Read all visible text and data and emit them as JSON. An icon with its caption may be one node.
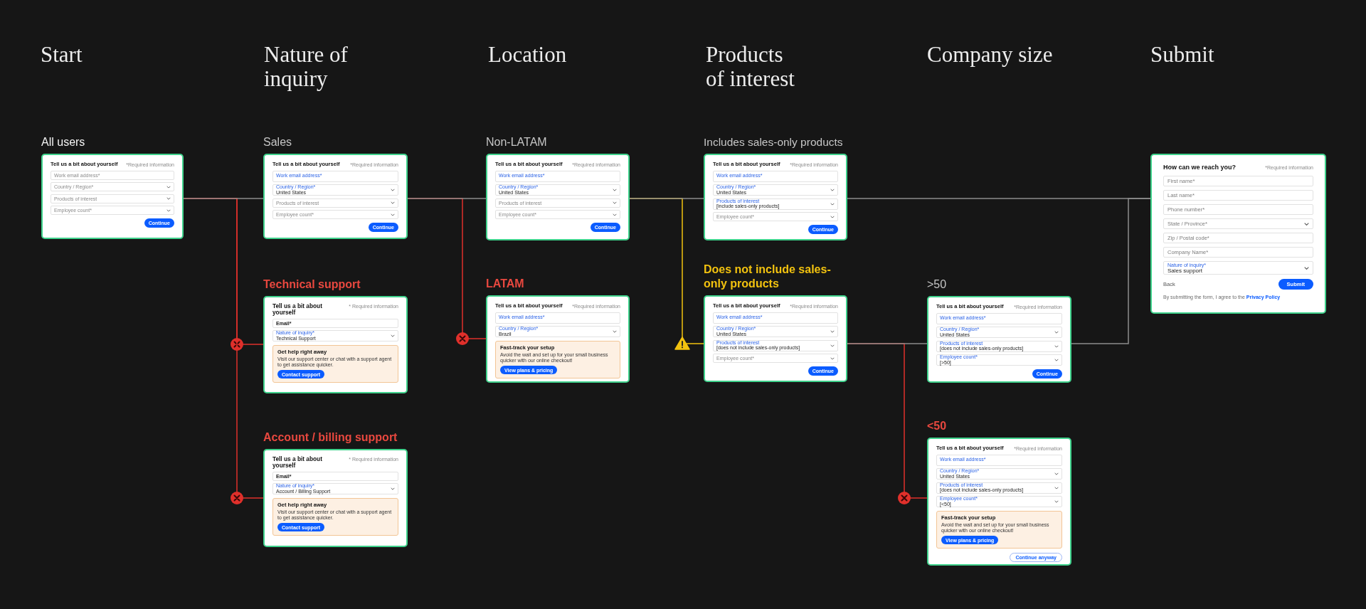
{
  "diagram": {
    "nodes": [
      {
        "text": [
          "All users",
          "Tell us a bit about yourself",
          "*Required information",
          "Work email address*",
          "Country / Region*",
          "Products of interest",
          "Employee count*",
          "Continue"
        ]
      },
      {
        "text": [
          "Sales",
          "Tell us a bit about yourself",
          "*Required information",
          "Work email address*",
          "Country / Region*",
          "United States",
          "Products of interest",
          "Employee count*",
          "Continue"
        ]
      },
      {
        "text": [
          "Technical support",
          "Tell us a bit about yourself",
          "* Required information",
          "Email*",
          "Nature of inquiry*",
          "Technical Support"
        ]
      },
      {
        "text": [
          "Get help right away",
          "Visit our support center or chat with a support agent to get assistance quicker.",
          "Contact support"
        ],
        "in": 2
      },
      {
        "text": [
          "Account / billing support",
          "Tell us a bit about yourself",
          "* Required information",
          "Email*",
          "Nature of inquiry*",
          "Account / Billing Support"
        ]
      },
      {
        "text": [
          "Get help right away",
          "Visit our support center or chat with a support agent to get assistance quicker.",
          "Contact support"
        ],
        "in": 4
      },
      {
        "text": [
          "Non-LATAM",
          "Tell us a bit about yourself",
          "*Required information",
          "Work email address*",
          "Country / Region*",
          "United States",
          "Products of interest",
          "Employee count*",
          "Continue"
        ]
      },
      {
        "text": [
          "LATAM",
          "Tell us a bit about yourself",
          "*Required information",
          "Work email address*",
          "Country / Region*",
          "Brazil"
        ]
      },
      {
        "text": [
          "Fast-track your setup",
          "Avoid the wait and set up for your small business quicker with our online checkout!",
          "View plans & pricing"
        ],
        "in": 7
      },
      {
        "text": [
          "Includes sales-only products",
          "Tell us a bit about yourself",
          "*Required information",
          "Work email address*",
          "Country / Region*",
          "United States",
          "Products of interest",
          "[include sales-only products]",
          "Employee count*",
          "Continue"
        ]
      },
      {
        "text": [
          "Does not include sales-only products",
          "Tell us a bit about yourself",
          "*Required information",
          "Work email address*",
          "Country / Region*",
          "United States",
          "Products of interest",
          "[does not include sales-only products]",
          "Employee count*",
          "Continue"
        ]
      },
      {
        "text": [
          ">50",
          "Tell us a bit about yourself",
          "*Required information",
          "Work email address*",
          "Country / Region*",
          "United States",
          "Products of interest",
          "[does not include sales-only products]",
          "Employee count*",
          "[>50]",
          "Continue"
        ]
      },
      {
        "text": [
          "<50",
          "Tell us a bit about yourself",
          "*Required information",
          "Work email address*",
          "Country / Region*",
          "United States",
          "Products of interest",
          "[does not include sales-only products]",
          "Employee count*",
          "[<50]",
          "Continue anyway"
        ]
      },
      {
        "text": [
          "Fast-track your setup",
          "Avoid the wait and set up for your small business quicker with our online checkout!",
          "View plans & pricing"
        ],
        "in": 12
      },
      {
        "text": [
          "How can we reach you?",
          "*Required information",
          "First name*",
          "Last name*",
          "Phone number*",
          "State / Province*",
          "Zip / Postal code*",
          "Company Name*",
          "Nature of inquiry*",
          "Sales support",
          "Back",
          "Submit",
          "By submitting the form, I agree to the",
          "Privacy Policy"
        ]
      }
    ],
    "edges": [
      {
        "from": 0,
        "to": 1,
        "arrow": "none"
      },
      {
        "from": 0,
        "to": 2,
        "arrow": "other",
        "color": "#e0302b"
      },
      {
        "from": 0,
        "to": 4,
        "arrow": "other",
        "color": "#e0302b"
      },
      {
        "from": 1,
        "to": 6,
        "arrow": "none"
      },
      {
        "from": 1,
        "to": 7,
        "arrow": "other",
        "color": "#e0302b"
      },
      {
        "from": 6,
        "to": 9,
        "arrow": "none"
      },
      {
        "from": 6,
        "to": 10,
        "arrow": "other",
        "color": "#f2c20f"
      },
      {
        "from": 9,
        "to": 14,
        "arrow": "none"
      },
      {
        "from": 10,
        "to": 11,
        "arrow": "none"
      },
      {
        "from": 10,
        "to": 12,
        "arrow": "other",
        "color": "#e0302b"
      },
      {
        "from": 11,
        "to": 14,
        "arrow": "none"
      }
    ],
    "labels": [
      "Start",
      "Nature of inquiry",
      "Location",
      "Products of interest",
      "Company size",
      "Submit"
    ]
  }
}
